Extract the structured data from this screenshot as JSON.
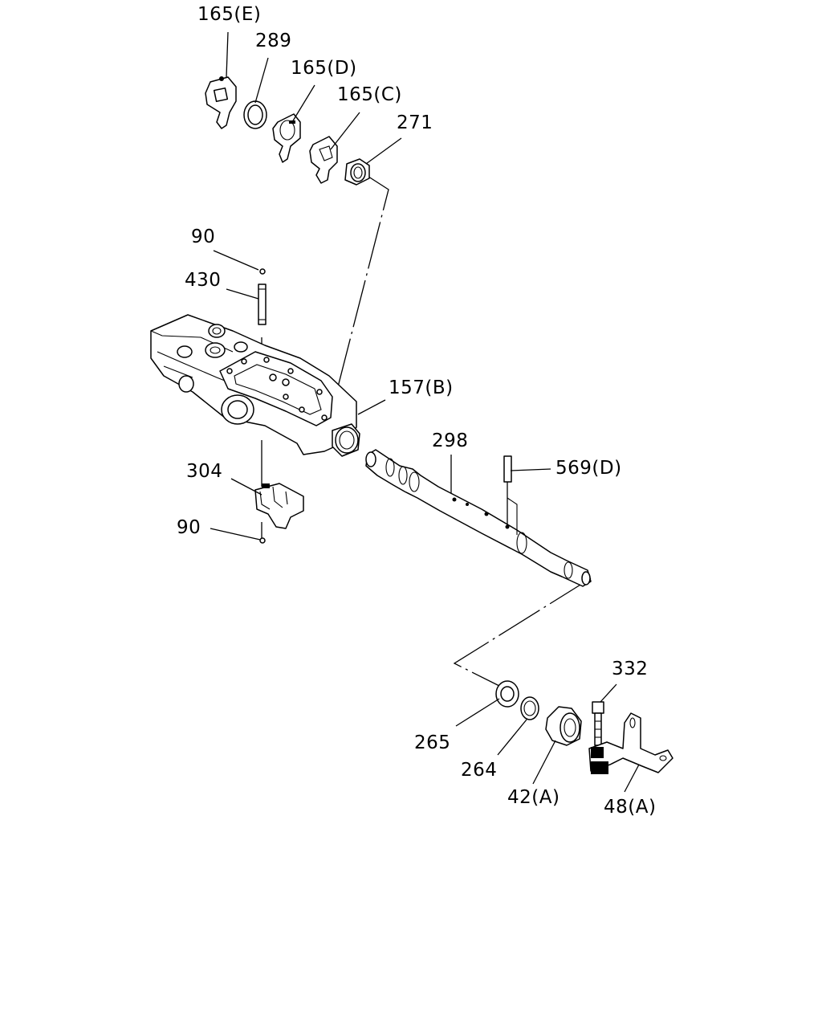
{
  "diagram": {
    "callouts": {
      "c165e": "165(E)",
      "c289": "289",
      "c165d": "165(D)",
      "c165c": "165(C)",
      "c271": "271",
      "c90a": "90",
      "c430": "430",
      "c157b": "157(B)",
      "c298": "298",
      "c569d": "569(D)",
      "c304": "304",
      "c90b": "90",
      "c332": "332",
      "c265": "265",
      "c264": "264",
      "c42a": "42(A)",
      "c48a": "48(A)"
    }
  }
}
